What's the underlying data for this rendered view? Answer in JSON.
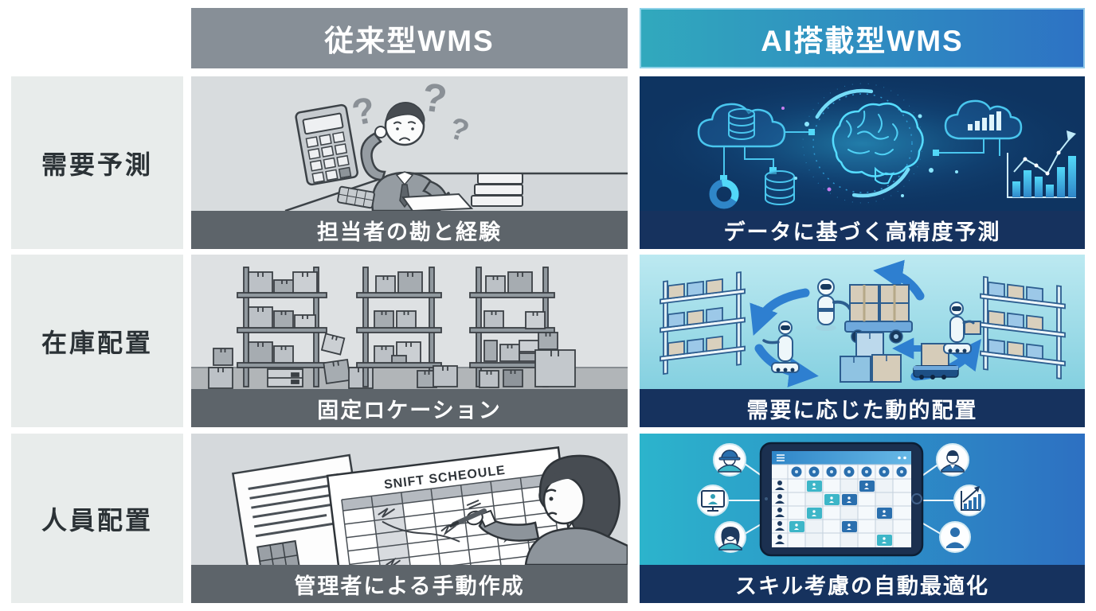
{
  "columns": {
    "traditional": "従来型WMS",
    "ai": "AI搭載型WMS"
  },
  "rows": [
    {
      "label": "需要予測",
      "traditional": "担当者の勘と経験",
      "ai": "データに基づく高精度予測"
    },
    {
      "label": "在庫配置",
      "traditional": "固定ロケーション",
      "ai": "需要に応じた動的配置"
    },
    {
      "label": "人員配置",
      "traditional": "管理者による手動作成",
      "ai": "スキル考慮の自動最適化"
    }
  ],
  "illustrations": {
    "demand_traditional": "worried-planner-with-calculator-and-question-marks",
    "demand_ai": "glowing-ai-brain-with-clouds-databases-and-charts",
    "inventory_traditional": "gray-warehouse-shelves-with-stacked-boxes",
    "inventory_ai": "robots-moving-boxes-between-shelves-in-cycle",
    "staffing_traditional": "manager-hand-writing-shift-schedule",
    "staffing_ai": "tablet-schedule-app-connected-to-staff-icons",
    "shift_paper_title": "SNIFT SCHEOULE"
  },
  "colors": {
    "traditional_header": "#878f97",
    "traditional_caption": "#5d646a",
    "ai_header_gradient_start": "#31a9bd",
    "ai_header_gradient_end": "#2d72c4",
    "ai_caption": "#16325e",
    "row_label_bg": "#e8eceb",
    "row_label_text": "#2b3236",
    "ai_accent_cyan": "#49c6ee",
    "ai_arrow_blue": "#2e7fd0"
  }
}
